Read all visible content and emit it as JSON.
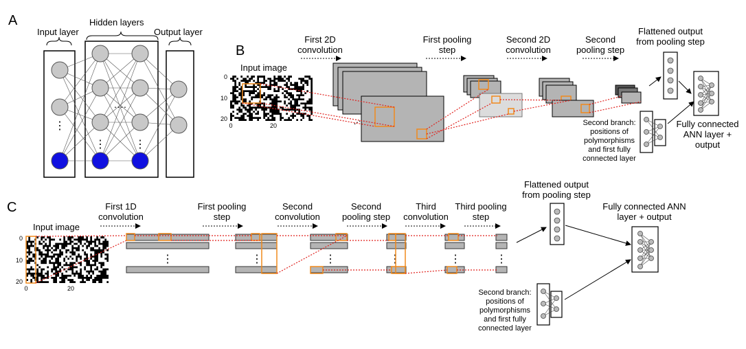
{
  "panels": {
    "a": {
      "letter": "A",
      "input_layer": "Input layer",
      "hidden_layers": "Hidden layers",
      "output_layer": "Output layer",
      "colors": {
        "node": "#c8c8c8",
        "node_highlight": "#1010e0"
      }
    },
    "b": {
      "letter": "B",
      "input_image": "Input image",
      "y_ticks": [
        "0",
        "10",
        "20"
      ],
      "x_ticks": [
        "0",
        "20"
      ],
      "steps": {
        "conv1": [
          "First 2D",
          "convolution"
        ],
        "pool1": [
          "First pooling",
          "step"
        ],
        "conv2": [
          "Second 2D",
          "convolution"
        ],
        "pool2": [
          "Second",
          "pooling step"
        ],
        "flat": [
          "Flattened output",
          "from pooling step"
        ]
      },
      "second_branch": [
        "Second branch:",
        "positions of",
        "polymorphisms",
        "and first fully",
        "connected layer"
      ],
      "fc": [
        "Fully connected",
        "ANN layer +",
        "output"
      ]
    },
    "c": {
      "letter": "C",
      "input_image": "Input image",
      "y_ticks": [
        "0",
        "10",
        "20"
      ],
      "x_ticks": [
        "0",
        "20"
      ],
      "steps": {
        "conv1": [
          "First 1D",
          "convolution"
        ],
        "pool1": [
          "First pooling",
          "step"
        ],
        "conv2": [
          "Second",
          "convolution"
        ],
        "pool2": [
          "Second",
          "pooling step"
        ],
        "conv3": [
          "Third",
          "convolution"
        ],
        "pool3": [
          "Third pooling",
          "step"
        ],
        "flat": [
          "Flattened output",
          "from pooling step"
        ]
      },
      "second_branch": [
        "Second branch:",
        "positions of",
        "polymorphisms",
        "and first fully",
        "connected layer"
      ],
      "fc": [
        "Fully connected ANN",
        "layer + output"
      ]
    }
  },
  "colors": {
    "highlight": "#f08a1c",
    "connector": "#e0201c",
    "map": "#b4b4b4",
    "map_light": "#dcdcdc"
  }
}
